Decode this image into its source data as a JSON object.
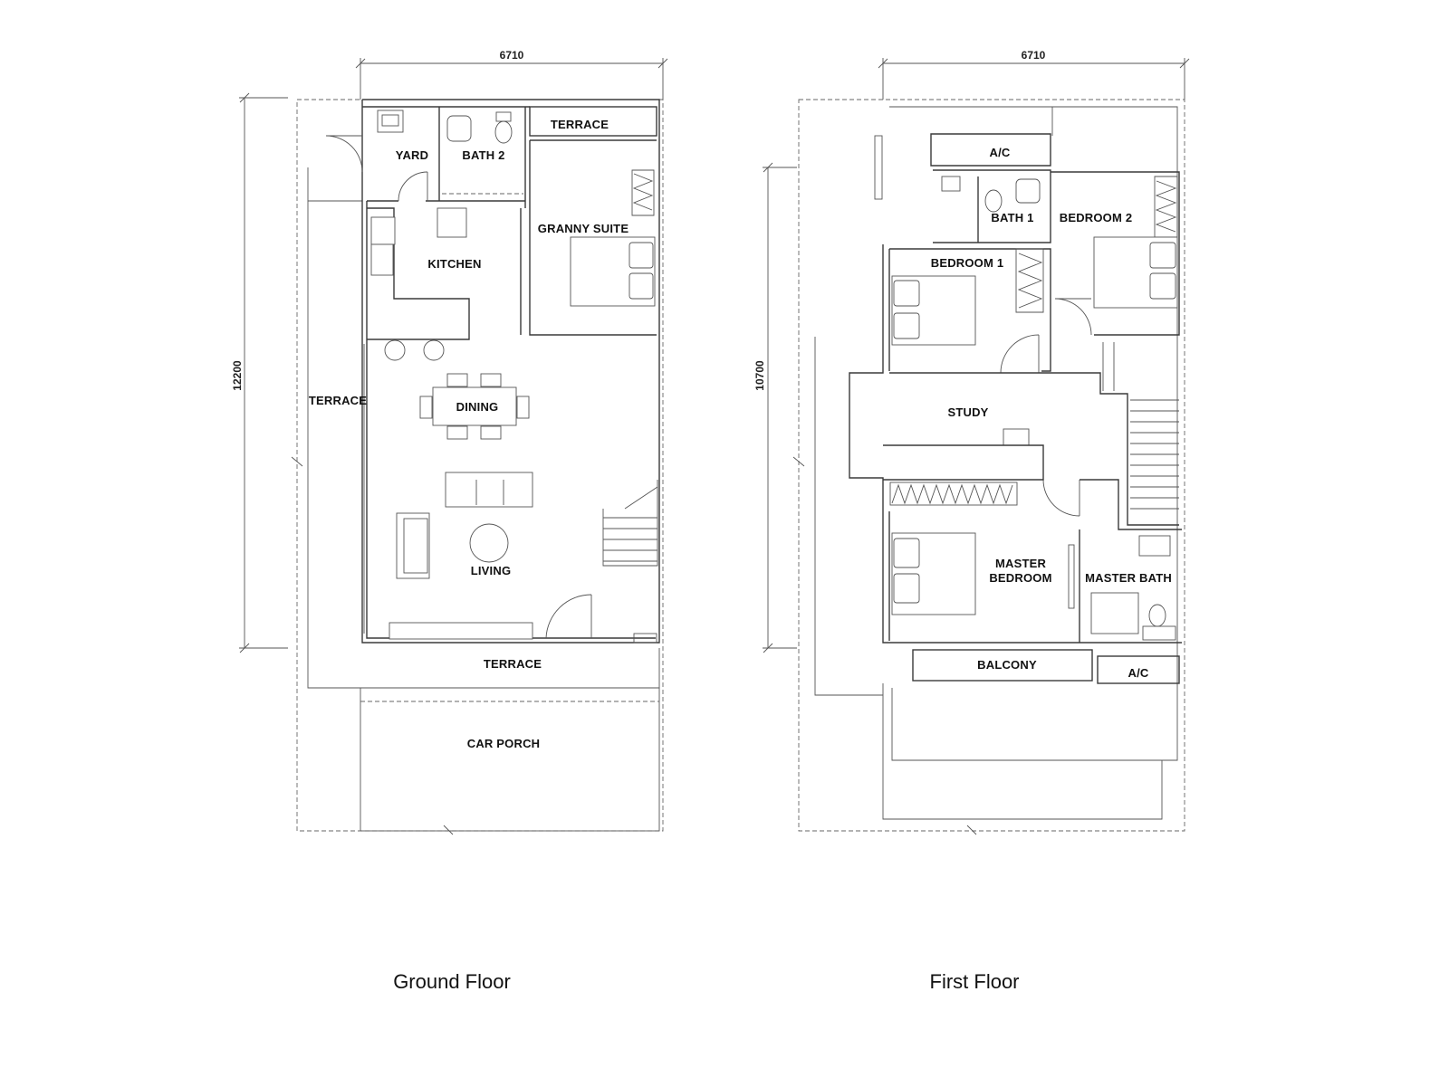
{
  "ground_floor": {
    "caption": "Ground Floor",
    "width_dim": "6710",
    "depth_dim": "12200",
    "rooms": {
      "yard": "YARD",
      "bath2": "BATH 2",
      "terrace_top": "TERRACE",
      "granny_suite": "GRANNY SUITE",
      "kitchen": "KITCHEN",
      "terrace_side": "TERRACE",
      "dining": "DINING",
      "living": "LIVING",
      "terrace_front": "TERRACE",
      "car_porch": "CAR PORCH"
    }
  },
  "first_floor": {
    "caption": "First Floor",
    "width_dim": "6710",
    "depth_dim": "10700",
    "rooms": {
      "ac_top": "A/C",
      "bath1": "BATH 1",
      "bedroom2": "BEDROOM 2",
      "bedroom1": "BEDROOM 1",
      "study": "STUDY",
      "master_bedroom_1": "MASTER",
      "master_bedroom_2": "BEDROOM",
      "master_bath": "MASTER BATH",
      "balcony": "BALCONY",
      "ac_bottom": "A/C"
    }
  },
  "colors": {
    "line": "#3a3a3a",
    "text": "#111111",
    "background": "#ffffff"
  }
}
